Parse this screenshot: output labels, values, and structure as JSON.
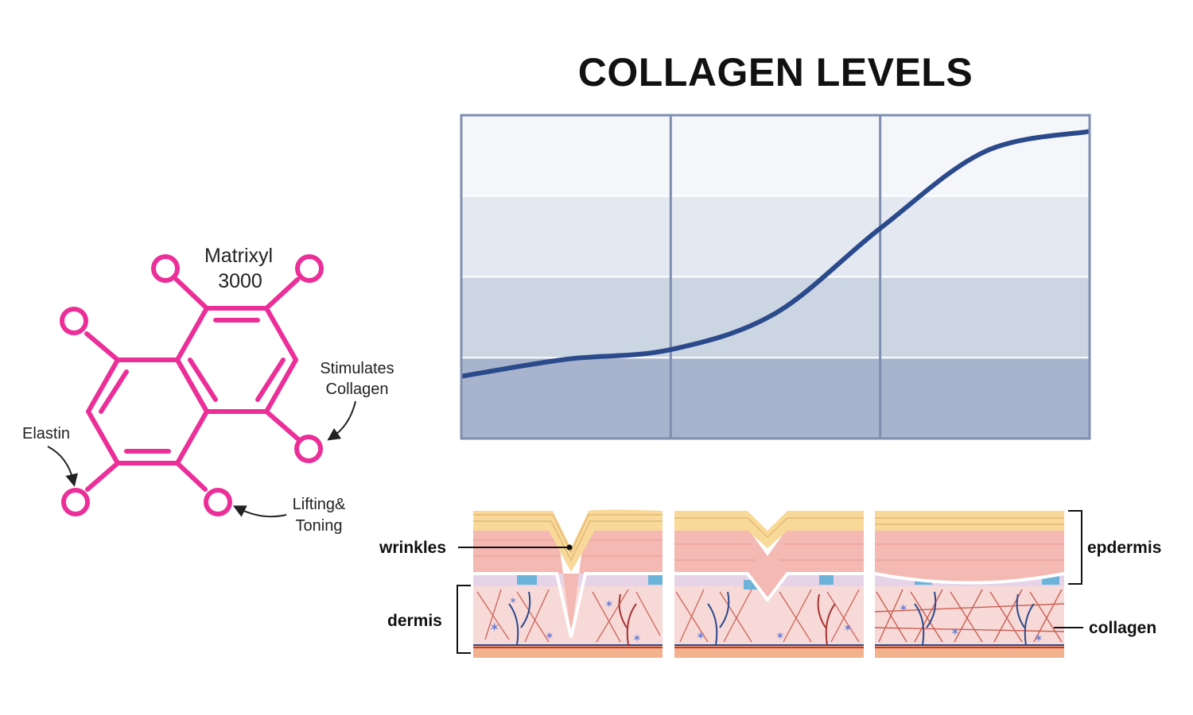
{
  "molecule": {
    "name_line1": "Matrixyl",
    "name_line2": "3000",
    "labels": {
      "stimulates_line1": "Stimulates",
      "stimulates_line2": "Collagen",
      "elastin": "Elastin",
      "lifting_line1": "Lifting&",
      "lifting_line2": "Toning"
    },
    "color": "#ec2f98"
  },
  "chart_data": {
    "type": "line",
    "title": "COLLAGEN LEVELS",
    "xlabel": "",
    "ylabel": "",
    "x": [
      0,
      0.5,
      1.0,
      1.5,
      2.0,
      2.5,
      3.0
    ],
    "y": [
      0.77,
      0.98,
      1.1,
      1.55,
      2.6,
      3.55,
      3.8
    ],
    "xlim": [
      0,
      3
    ],
    "ylim": [
      0,
      4
    ],
    "grid": true,
    "line_color": "#2b4a8b"
  },
  "skin": {
    "labels": {
      "wrinkles": "wrinkles",
      "dermis": "dermis",
      "epidermis": "epdermis",
      "collagen": "collagen"
    }
  }
}
